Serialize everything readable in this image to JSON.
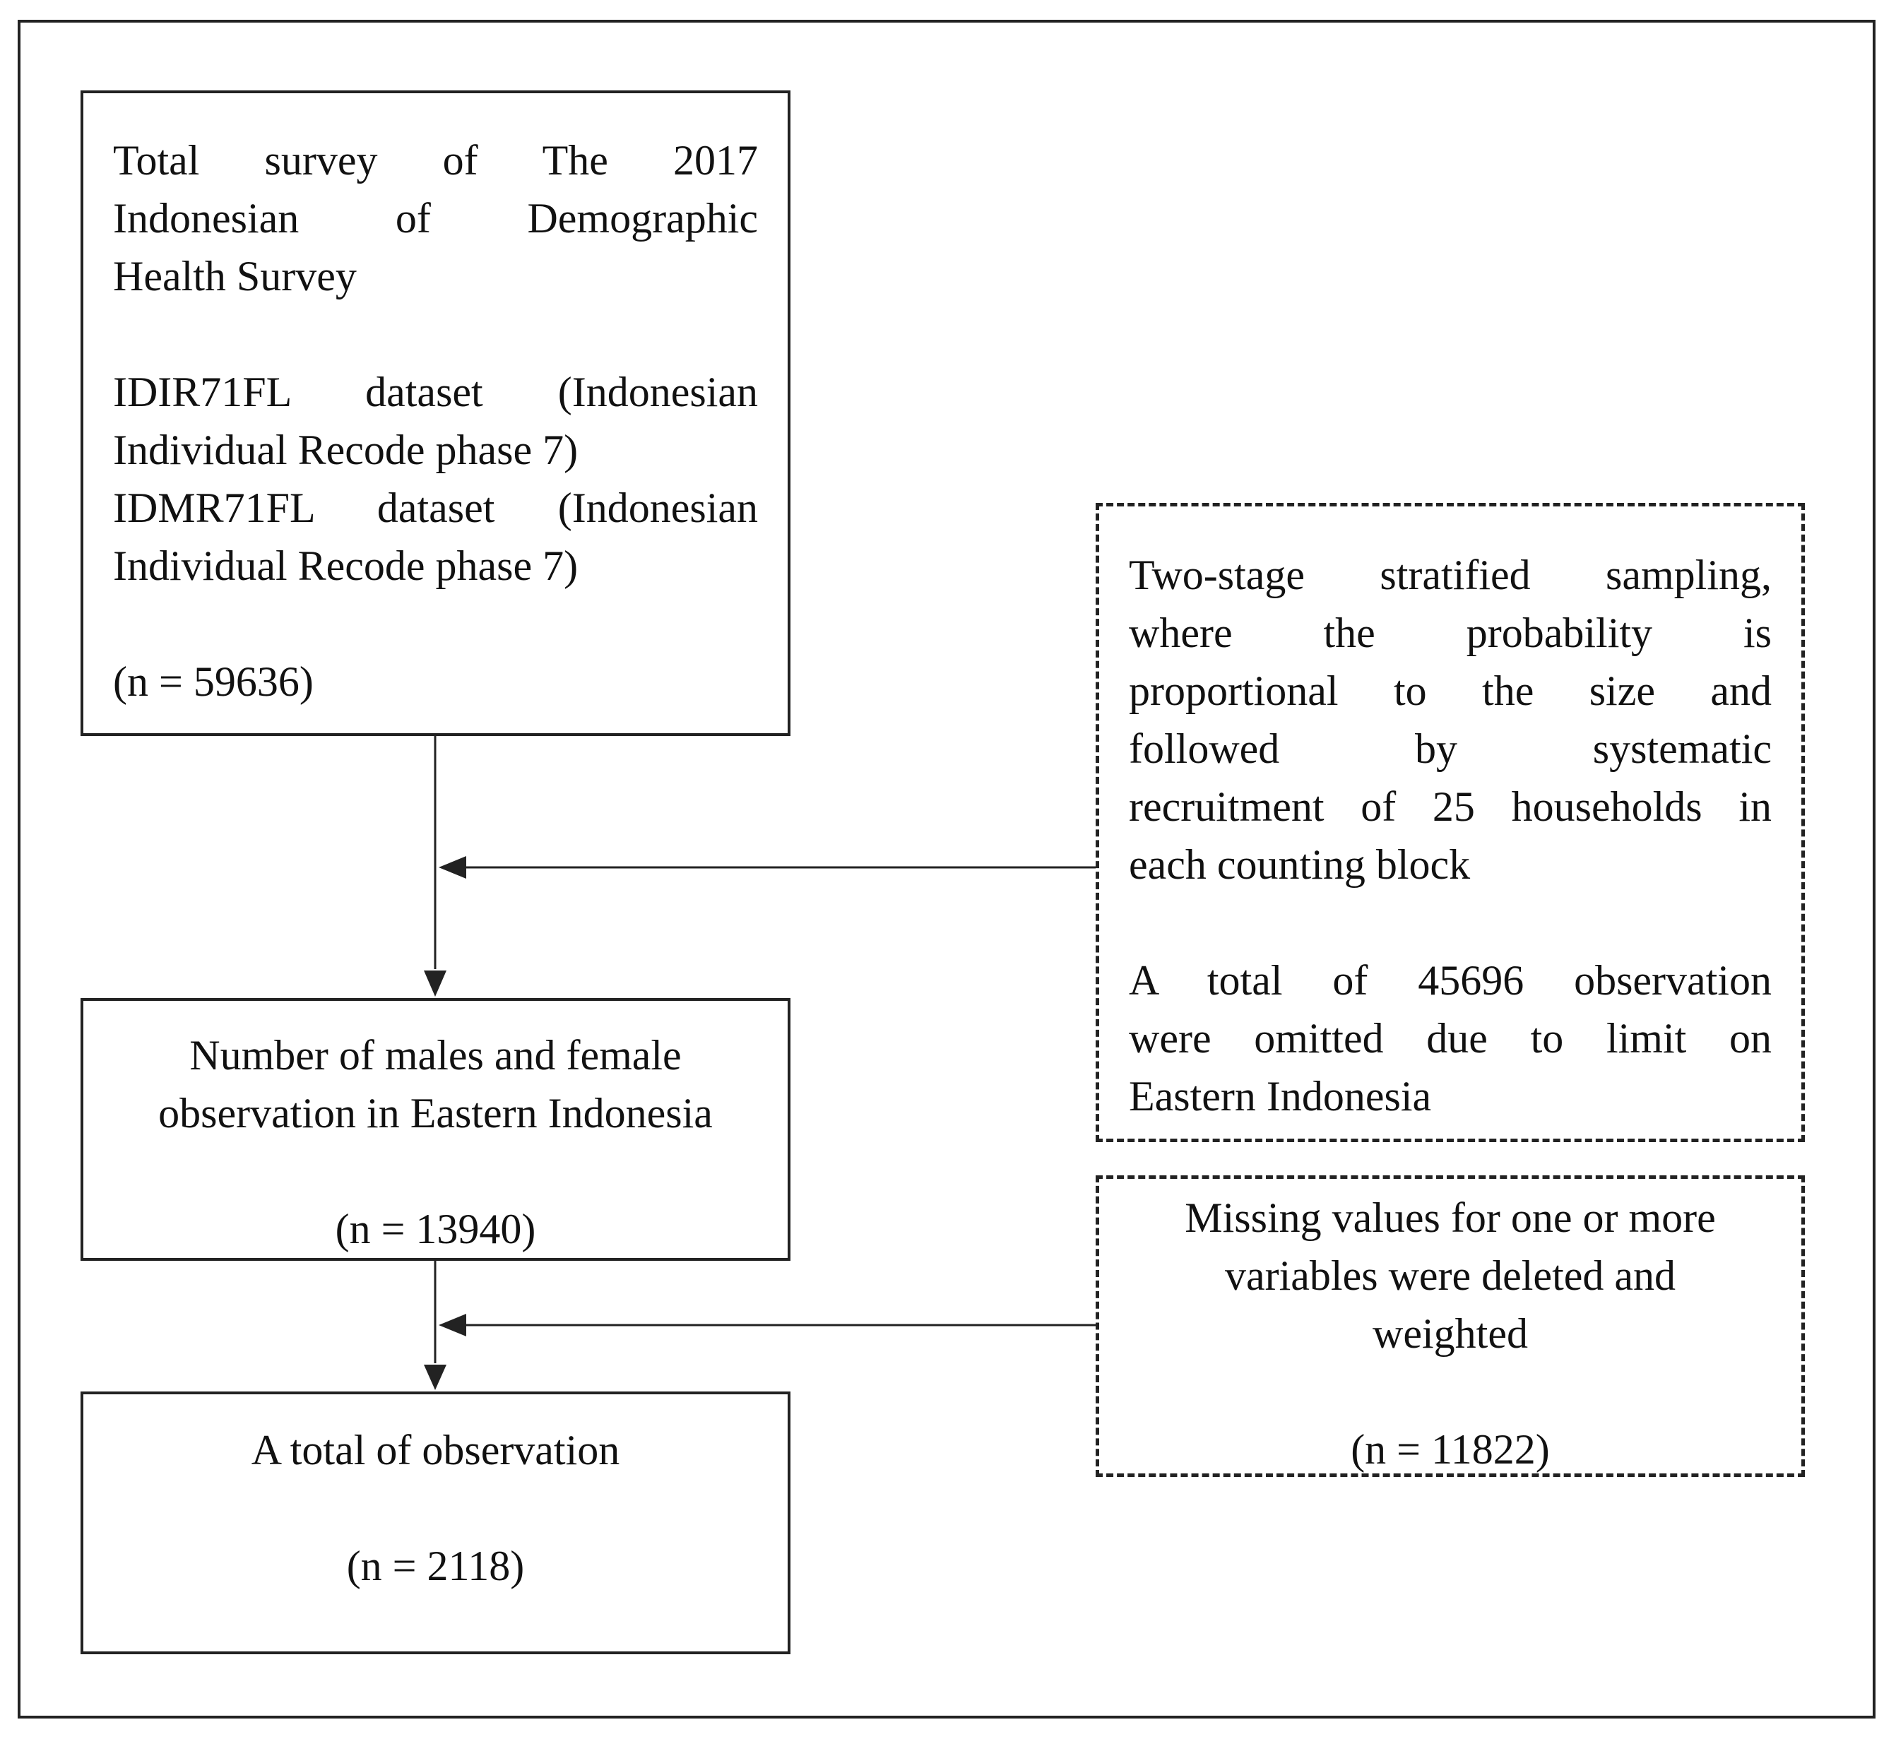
{
  "boxes": {
    "survey": {
      "title_lines": [
        "Total survey of The 2017",
        "Indonesian of Demographic",
        "Health Survey"
      ],
      "dataset_lines": [
        "IDIR71FL dataset (Indonesian",
        "Individual Recode phase 7)",
        "IDMR71FL dataset (Indonesian",
        "Individual Recode phase 7)"
      ],
      "count": "(n = 59636)"
    },
    "eastern": {
      "lines": [
        "Number of males and female",
        "observation in Eastern Indonesia"
      ],
      "count": "(n = 13940)"
    },
    "total": {
      "label": "A total of observation",
      "count": "(n = 2118)"
    },
    "sampling": {
      "method_lines": [
        "Two-stage stratified sampling,",
        "where the probability is",
        "proportional to the size and",
        "followed by systematic",
        "recruitment of 25 households in",
        "each counting block"
      ],
      "omitted_lines": [
        "A total of 45696 observation",
        "were omitted due to limit on",
        "Eastern Indonesia"
      ]
    },
    "missing": {
      "lines": [
        "Missing values for one or more",
        "variables were deleted and",
        "weighted"
      ],
      "count": "(n = 11822)"
    }
  },
  "style": {
    "line_color": "#222222"
  }
}
